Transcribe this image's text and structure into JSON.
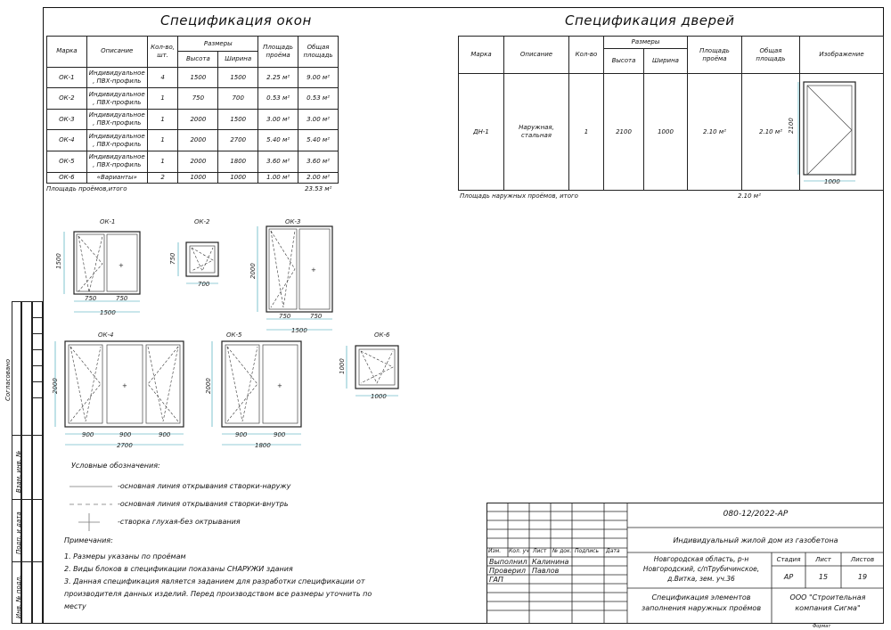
{
  "windows_title": "Спецификация окон",
  "doors_title": "Спецификация дверей",
  "windows_table": {
    "headers": {
      "mark": "Марка",
      "desc": "Описание",
      "qty1": "Кол-во,",
      "qty2": "шт.",
      "sizes": "Размеры",
      "height": "Высота",
      "width": "Ширина",
      "area1": "Площадь",
      "area2": "проёма",
      "total1": "Общая",
      "total2": "площадь"
    },
    "rows": [
      {
        "mark": "ОК-1",
        "desc1": "Индивидуальное",
        "desc2": ", ПВХ-профиль",
        "qty": "4",
        "h": "1500",
        "w": "1500",
        "area": "2.25 м²",
        "total": "9.00 м²"
      },
      {
        "mark": "ОК-2",
        "desc1": "Индивидуальное",
        "desc2": ", ПВХ-профиль",
        "qty": "1",
        "h": "750",
        "w": "700",
        "area": "0.53 м²",
        "total": "0.53 м²"
      },
      {
        "mark": "ОК-3",
        "desc1": "Индивидуальное",
        "desc2": ", ПВХ-профиль",
        "qty": "1",
        "h": "2000",
        "w": "1500",
        "area": "3.00 м²",
        "total": "3.00 м²"
      },
      {
        "mark": "ОК-4",
        "desc1": "Индивидуальное",
        "desc2": ", ПВХ-профиль",
        "qty": "1",
        "h": "2000",
        "w": "2700",
        "area": "5.40 м²",
        "total": "5.40 м²"
      },
      {
        "mark": "ОК-5",
        "desc1": "Индивидуальное",
        "desc2": ", ПВХ-профиль",
        "qty": "1",
        "h": "2000",
        "w": "1800",
        "area": "3.60 м²",
        "total": "3.60 м²"
      },
      {
        "mark": "ОК-6",
        "desc1": "«Варианты»",
        "desc2": "",
        "qty": "2",
        "h": "1000",
        "w": "1000",
        "area": "1.00 м²",
        "total": "2.00 м²"
      }
    ],
    "footer_label": "Площадь проёмов,итого",
    "footer_value": "23.53 м²"
  },
  "doors_table": {
    "headers": {
      "mark": "Марка",
      "desc": "Описание",
      "qty": "Кол-во",
      "sizes": "Размеры",
      "height": "Высота",
      "width": "Ширина",
      "area1": "Площадь",
      "area2": "проёма",
      "total1": "Общая",
      "total2": "площадь",
      "image": "Изображение"
    },
    "row": {
      "mark": "ДН-1",
      "desc1": "Наружная,",
      "desc2": "стальная",
      "qty": "1",
      "h": "2100",
      "w": "1000",
      "area": "2.10 м²",
      "total": "2.10 м²"
    },
    "footer_label": "Площадь наружных проёмов, итого",
    "footer_value": "2.10 м²",
    "img_h": "2100",
    "img_w": "1000"
  },
  "drawings": {
    "ok1": {
      "label": "ОК-1",
      "h": "1500",
      "w1": "750",
      "w2": "750",
      "w": "1500"
    },
    "ok2": {
      "label": "ОК-2",
      "h": "750",
      "w": "700"
    },
    "ok3": {
      "label": "ОК-3",
      "h": "2000",
      "w1": "750",
      "w2": "750",
      "w": "1500"
    },
    "ok4": {
      "label": "ОК-4",
      "h": "2000",
      "w1": "900",
      "w2": "900",
      "w3": "900",
      "w": "2700"
    },
    "ok5": {
      "label": "ОК-5",
      "h": "2000",
      "w1": "900",
      "w2": "900",
      "w": "1800"
    },
    "ok6": {
      "label": "ОК-6",
      "h": "1000",
      "w": "1000"
    }
  },
  "legend": {
    "title": "Условные обозначения:",
    "item1": "-основная линия открывания створки-наружу",
    "item2": "-основная линия открывания створки-внутрь",
    "item3": "-створка глухая-без октрывания"
  },
  "notes": {
    "title": "Примечания:",
    "n1": "1. Размеры указаны по проёмам",
    "n2": "2. Виды блоков в спецификации показаны СНАРУЖИ здания",
    "n3a": "3. Данная спецификация является заданием для разработки спецификации от",
    "n3b": "производителя данных изделий. Перед производством все размеры уточнить по",
    "n3c": "месту"
  },
  "side": {
    "agreed": "Согласовано",
    "inv_vz": "Взам. инв. №",
    "sign_date": "Подп. и дата",
    "inv_orig": "Инв. № подл."
  },
  "stamp": {
    "code": "080-12/2022-АР",
    "project": "Индивидуальный жилой дом из газобетона",
    "hdr_izm": "Изм.",
    "hdr_kol": "Кол. уч",
    "hdr_list": "Лист",
    "hdr_doc": "№ док.",
    "hdr_sign": "Подпись",
    "hdr_date": "Дата",
    "r1_role": "Выполнил",
    "r1_name": "Калинина",
    "r2_role": "Проверил",
    "r2_name": "Павлов",
    "r3_role": "ГАП",
    "r3_name": "",
    "address1": "Новгородская область, р-н",
    "address2": "Новгородский, с/пТрубичинское,",
    "address3": "д.Витка, зем. уч.36",
    "stage_label": "Стадия",
    "sheet_label": "Лист",
    "sheets_label": "Листов",
    "stage": "АР",
    "sheet": "15",
    "sheets": "19",
    "drawing1": "Спецификация элементов",
    "drawing2": "заполнения наружных проёмов",
    "company1": "ООО \"Строительная",
    "company2": "компания Сигма\"",
    "format": "Формат"
  }
}
